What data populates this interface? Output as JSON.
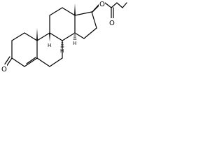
{
  "molecule": {
    "atoms": {
      "ketone_oxygen": "O",
      "ester_ring_oxygen": "O",
      "ester_carbonyl_oxygen": "O"
    },
    "stereo_hydrogens": {
      "h8": "H",
      "h9": "H",
      "h14": "H"
    },
    "colors": {
      "bond": "#000000",
      "background": "#ffffff"
    }
  }
}
